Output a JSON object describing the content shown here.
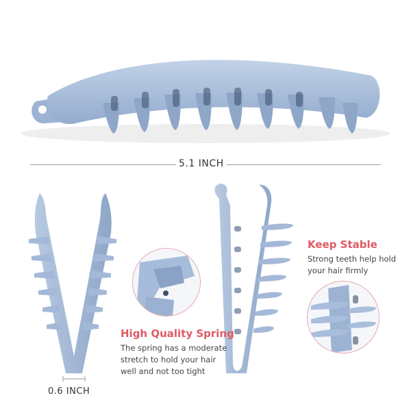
{
  "dimensions": {
    "length_label": "5.1 INCH",
    "width_label": "0.6 INCH"
  },
  "features": [
    {
      "title": "High Quality Spring",
      "lines": [
        "The spring has a moderate",
        "stretch to hold your hair",
        "well and not too tight"
      ]
    },
    {
      "title": "Keep Stable",
      "lines": [
        "Strong teeth help hold",
        "your hair firmly"
      ]
    }
  ],
  "colors": {
    "clip_blue": "#a9bedb",
    "clip_shadow": "#7f97bb",
    "accent_red": "#e05a63",
    "circle_border": "#e3a3aa"
  },
  "icons": [
    "hair-clip-icon",
    "spring-hinge-icon",
    "clip-teeth-icon"
  ]
}
